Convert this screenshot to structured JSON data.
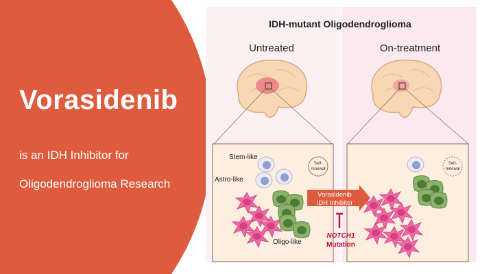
{
  "hero": {
    "title": "Vorasidenib",
    "subtitle_line1": "is an IDH Inhibitor for",
    "subtitle_line2": "Oligodendroglioma Research"
  },
  "diagram": {
    "title": "IDH-mutant Oligodendroglioma",
    "panel_untreated": "Untreated",
    "panel_treatment": "On-treatment",
    "label_stem": "Stem-like",
    "label_astro": "Astro-like",
    "label_oligo": "Oligo-like",
    "self_renewal_1": "Self-",
    "self_renewal_2": "renewal",
    "arrow_line1": "Vorasidenib",
    "arrow_line2": "IDH Inhibitor",
    "mutation_line1": "NOTCH1",
    "mutation_line2": "Mutation"
  },
  "colors": {
    "brand": "#df5b3d",
    "mutation": "#c8102e",
    "astro": "#e8569a",
    "oligo": "#6f9a4e"
  }
}
